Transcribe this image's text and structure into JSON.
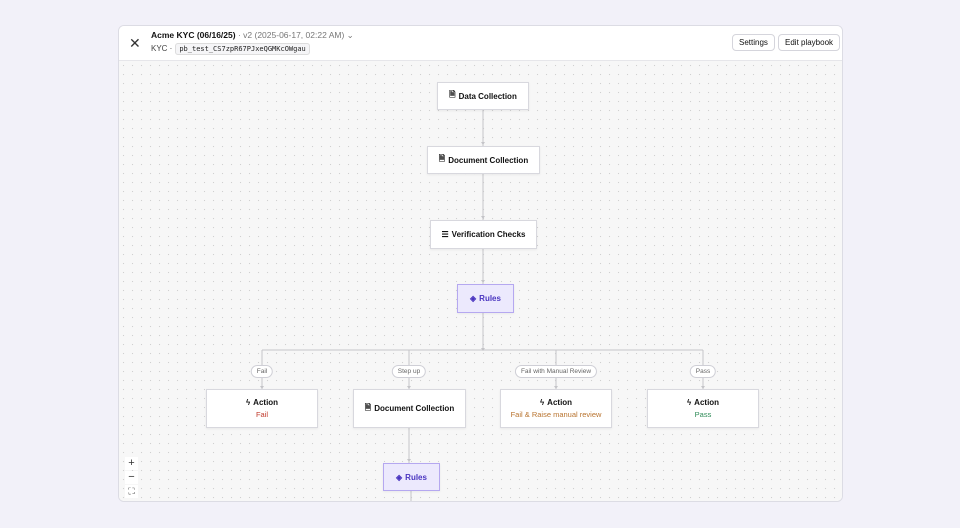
{
  "header": {
    "title": "Acme KYC (06/16/25)",
    "version": "v2 (2025-06-17, 02:22 AM)",
    "kind": "KYC",
    "playbook_id": "pb_test_CS7zpR67PJxeQGMKcOWgau",
    "settings": "Settings",
    "edit": "Edit playbook"
  },
  "nodes": {
    "data_collection": "Data Collection",
    "document_collection": "Document Collection",
    "verification_checks": "Verification Checks",
    "rules": "Rules",
    "branches": [
      {
        "label": "Fail",
        "title": "Action",
        "outcome": "Fail",
        "color": "#c0392b"
      },
      {
        "label": "Step up",
        "title": "Document Collection"
      },
      {
        "label": "Fail with Manual Review",
        "title": "Action",
        "outcome": "Fail & Raise manual review",
        "color": "#b8732e"
      },
      {
        "label": "Pass",
        "title": "Action",
        "outcome": "Pass",
        "color": "#2e8b57"
      }
    ],
    "rules2": "Rules"
  },
  "zoom": {
    "in": "+",
    "out": "−",
    "fit": "⛶"
  }
}
